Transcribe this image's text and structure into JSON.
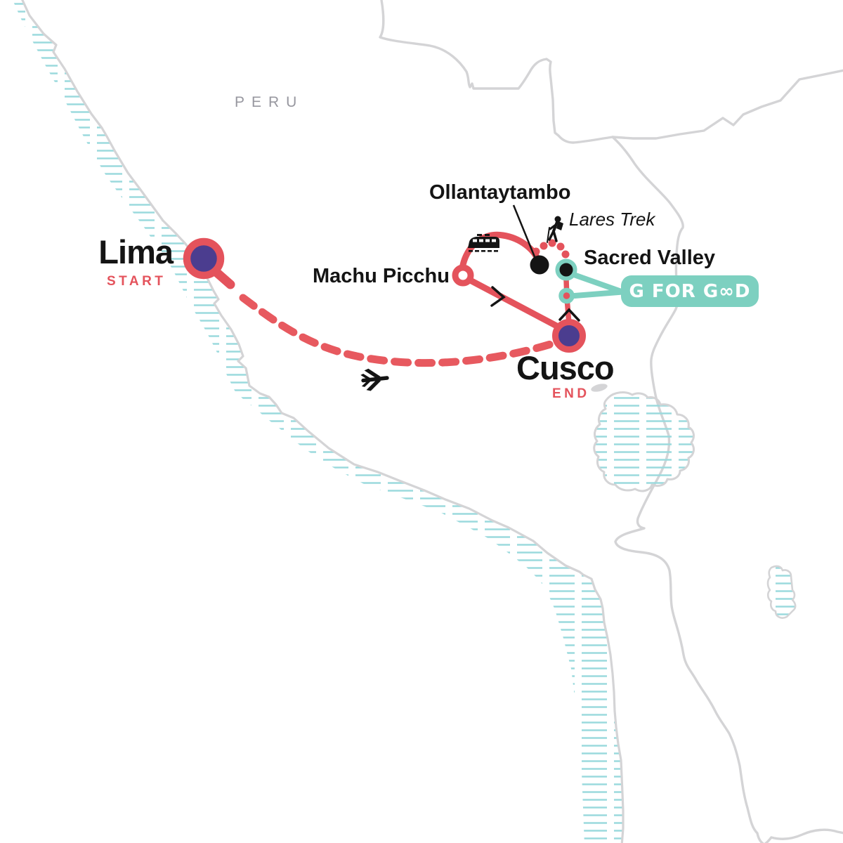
{
  "country": {
    "label": "PERU"
  },
  "stops": {
    "lima": {
      "name": "Lima",
      "tag": "START"
    },
    "cusco": {
      "name": "Cusco",
      "tag": "END"
    },
    "machu_picchu": {
      "name": "Machu Picchu"
    },
    "ollantaytambo": {
      "name": "Ollantaytambo"
    },
    "sacred_valley": {
      "name": "Sacred Valley"
    },
    "lares_trek": {
      "name": "Lares Trek"
    }
  },
  "badge": {
    "label": "G FOR GOOD",
    "display": "G FOR G∞D"
  },
  "icons": [
    "airplane-icon",
    "train-icon",
    "hiker-icon"
  ],
  "route": {
    "start": "Lima",
    "end": "Cusco",
    "flight_leg": "Lima to Cusco",
    "train_leg": "Machu Picchu to Ollantaytambo",
    "trek_leg": "Lares Trek"
  },
  "colors": {
    "route_red": "#E4535C",
    "flight_dash_red": "#E7595F",
    "marker_purple": "#4B3D8F",
    "teal": "#7DD0C0",
    "coast_hatch": "#9BDADD",
    "map_line": "#D4D4D6",
    "label_black": "#141414",
    "country_gray": "#97979f"
  }
}
